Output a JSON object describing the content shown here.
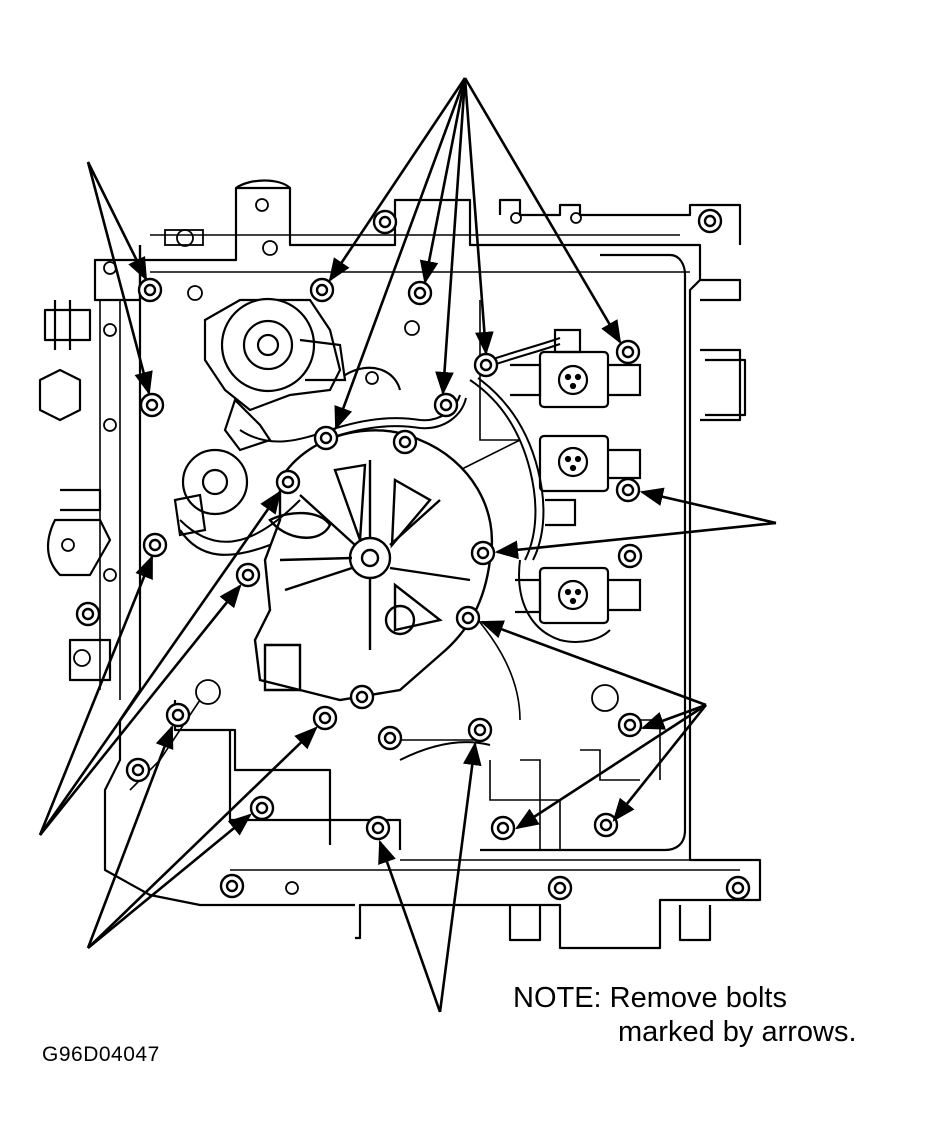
{
  "note": {
    "line1": "NOTE: Remove bolts",
    "line2": "marked by arrows."
  },
  "figure_id": "G96D04047",
  "icons": {
    "bolt": "bolt-marker-icon",
    "arrow": "pointer-arrow-icon"
  },
  "colors": {
    "ink": "#000000",
    "paper": "#ffffff"
  }
}
